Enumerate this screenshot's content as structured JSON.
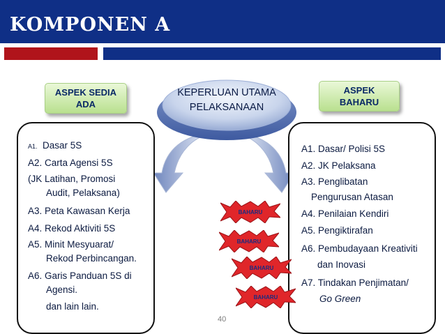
{
  "header": {
    "title": "KOMPONEN A"
  },
  "colors": {
    "header_blue": "#0f2f86",
    "accent_red": "#b0141b",
    "pill_green": "#b9e08f",
    "burst_red": "#e0262a"
  },
  "left_pill": {
    "line1": "ASPEK SEDIA",
    "line2": "ADA"
  },
  "right_pill": {
    "line1": "ASPEK",
    "line2": "BAHARU"
  },
  "center": {
    "line1": "KEPERLUAN UTAMA",
    "line2": "PELAKSANAAN"
  },
  "left_list": {
    "a1_prefix": "A1.",
    "a1_text": "Dasar 5S",
    "lines": [
      "A2. Carta Agensi 5S",
      "(JK Latihan, Promosi",
      "Audit, Pelaksana)",
      "A3. Peta Kawasan Kerja",
      "A4. Rekod Aktiviti 5S",
      "A5. Minit Mesyuarat/",
      "Rekod Perbincangan.",
      "A6. Garis Panduan 5S di",
      "Agensi.",
      "dan lain lain."
    ]
  },
  "right_list": {
    "lines": [
      "A1. Dasar/ Polisi 5S",
      "A2. JK Pelaksana",
      "A3. Penglibatan",
      "Pengurusan Atasan",
      "A4. Penilaian Kendiri",
      "A5. Pengiktirafan",
      "A6. Pembudayaan Kreativiti",
      "dan Inovasi",
      "A7. Tindakan Penjimatan/",
      "Go Green"
    ]
  },
  "bursts": [
    "BAHARU",
    "BAHARU",
    "BAHARU",
    "BAHARU"
  ],
  "page_number": "40"
}
